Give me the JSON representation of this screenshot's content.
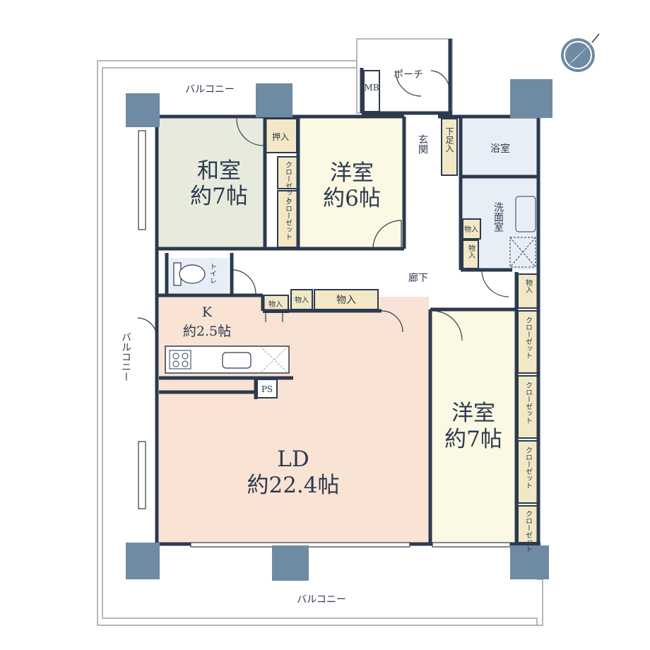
{
  "rooms": {
    "washitsu": {
      "name": "和室",
      "size": "約7帖"
    },
    "western1": {
      "name": "洋室",
      "size": "約6帖"
    },
    "western2": {
      "name": "洋室",
      "size": "約7帖"
    },
    "kitchen": {
      "name": "K",
      "size": "約2.5帖"
    },
    "ld": {
      "name": "LD",
      "size": "約22.4帖"
    },
    "bath": {
      "name": "浴室"
    },
    "wash": {
      "name": "洗面室"
    },
    "toilet": {
      "name": "トイレ"
    },
    "entrance": {
      "name": "玄関"
    },
    "hallway": {
      "name": "廊下"
    },
    "porch": {
      "name": "ポーチ"
    }
  },
  "storage": {
    "oshiire": "押入",
    "closet": "クローゼット",
    "closet_short": "クローゼット",
    "monoire": "物入",
    "getabako": "下足入",
    "mb": "MB",
    "ps": "PS"
  },
  "balconies": {
    "top": "バルコニー",
    "left": "バルコニー",
    "bottom": "バルコニー"
  },
  "colors": {
    "wall": "#2c3a4e",
    "pillar": "#6f8aa3",
    "washitsu": "#e6ebdd",
    "western": "#fbf8e3",
    "ld": "#f8e3d4",
    "bath": "#e8eef6",
    "closet": "#f2e8c6",
    "outline": "#9aa2ac"
  },
  "icons": [
    "compass-icon",
    "door-swing-icon",
    "stove-icon",
    "sink-icon",
    "toilet-icon",
    "washing-machine-icon"
  ]
}
